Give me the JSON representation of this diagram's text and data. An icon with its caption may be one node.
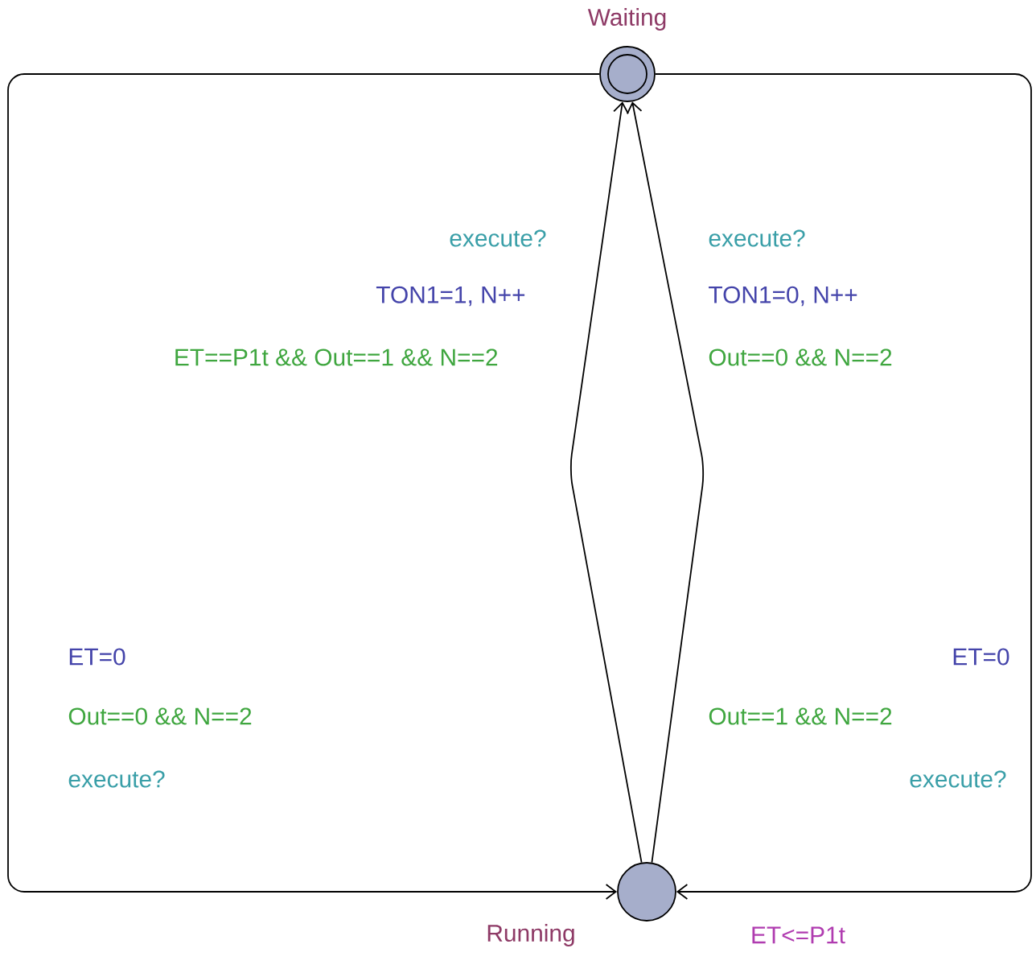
{
  "diagram": {
    "nodes": [
      {
        "text": [
          "Waiting"
        ]
      },
      {
        "text": [
          "Running"
        ],
        "beside": [
          "ET<=P1t"
        ]
      }
    ],
    "edges": [
      {
        "from": 0,
        "to": 1,
        "arrow": "to"
      },
      {
        "from": 0,
        "to": 1,
        "arrow": "to"
      },
      {
        "from": 1,
        "to": 0,
        "arrow": "to"
      },
      {
        "from": 1,
        "to": 0,
        "arrow": "to"
      }
    ],
    "labels": [
      "execute?",
      "execute?",
      "TON1=1, N++",
      "TON1=0, N++",
      "ET==P1t && Out==1 && N==2",
      "Out==0 && N==2",
      "ET=0",
      "ET=0",
      "Out==0 && N==2",
      "Out==1 && N==2",
      "execute?",
      "execute?"
    ]
  }
}
